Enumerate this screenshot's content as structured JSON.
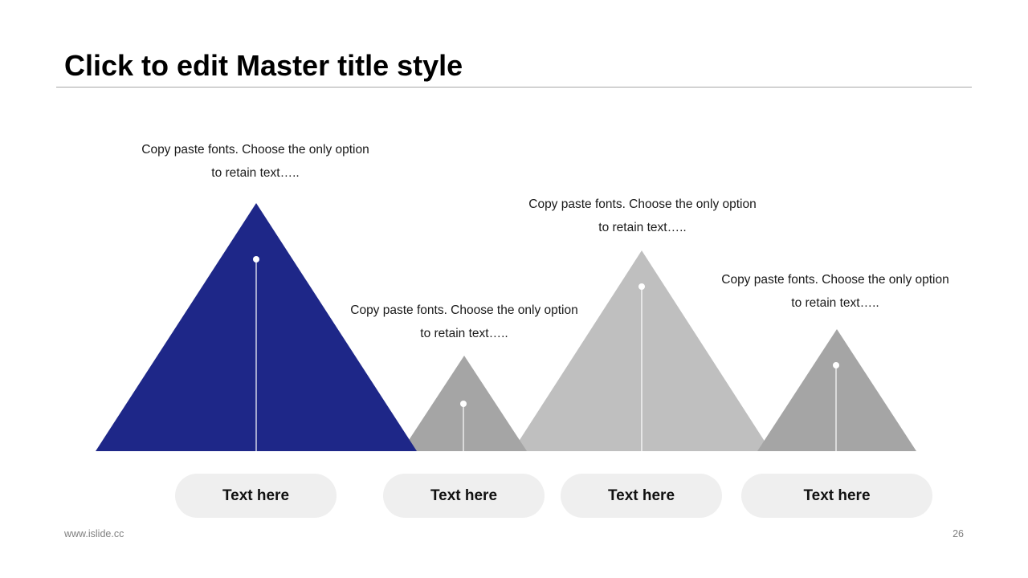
{
  "slide": {
    "title": "Click to edit Master title style",
    "footer_url": "www.islide.cc",
    "page_number": "26"
  },
  "colors": {
    "accent": "#1e2788",
    "gray_dark": "#a5a5a5",
    "gray_light": "#bfbfbf",
    "pill_bg": "#efefef",
    "marker": "#ffffff"
  },
  "mountains": [
    {
      "label": "Text here",
      "caption_line1": "Copy paste fonts. Choose the only option",
      "caption_line2": "to retain text…..",
      "color": "#1e2788"
    },
    {
      "label": "Text here",
      "caption_line1": "Copy paste fonts. Choose the only option",
      "caption_line2": "to retain text…..",
      "color": "#a5a5a5"
    },
    {
      "label": "Text here",
      "caption_line1": "Copy paste fonts. Choose the only option",
      "caption_line2": "to retain text…..",
      "color": "#bfbfbf"
    },
    {
      "label": "Text here",
      "caption_line1": "Copy paste fonts. Choose the only option",
      "caption_line2": "to retain text…..",
      "color": "#a5a5a5"
    }
  ]
}
